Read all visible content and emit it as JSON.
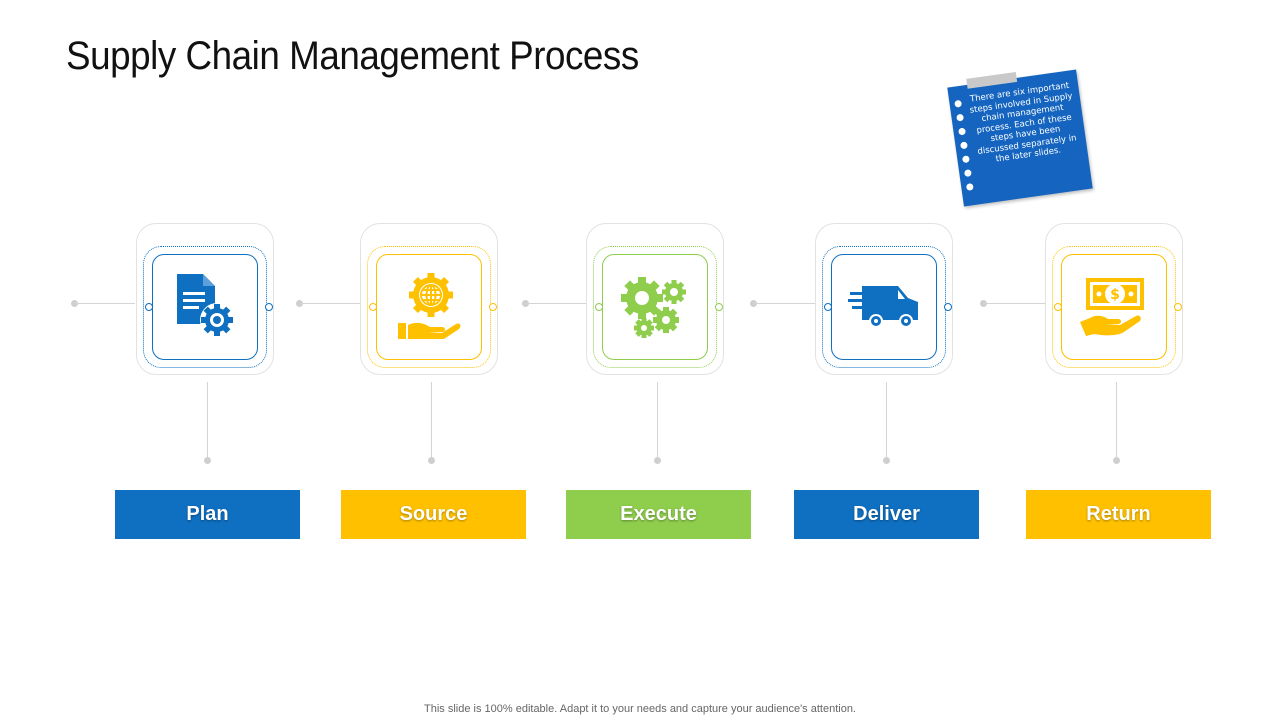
{
  "title": "Supply Chain Management Process",
  "note": {
    "text": "There are six important steps involved in Supply chain management process. Each of these steps have been discussed separately in the later slides."
  },
  "colors": {
    "blue": "#0f6fc0",
    "yellow": "#ffc000",
    "green": "#8fcd4d"
  },
  "steps": [
    {
      "label": "Plan",
      "color": "#0f6fc0",
      "icon": "document-gear-icon"
    },
    {
      "label": "Source",
      "color": "#ffc000",
      "icon": "globe-gear-hand-icon"
    },
    {
      "label": "Execute",
      "color": "#8fcd4d",
      "icon": "gears-icon"
    },
    {
      "label": "Deliver",
      "color": "#0f6fc0",
      "icon": "delivery-truck-icon"
    },
    {
      "label": "Return",
      "color": "#ffc000",
      "icon": "money-hand-icon"
    }
  ],
  "footer": "This slide is 100% editable. Adapt it to your needs and capture your audience's attention."
}
